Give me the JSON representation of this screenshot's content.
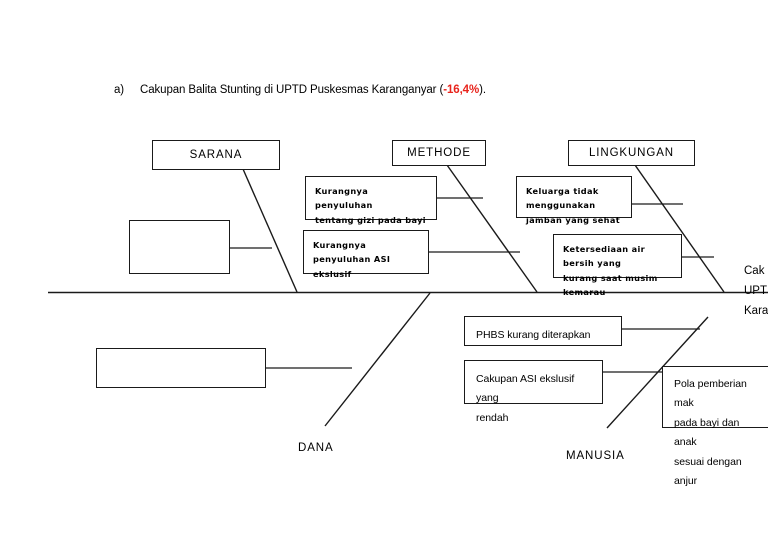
{
  "caption": {
    "marker": "a)",
    "text_before": "Cakupan Balita Stunting di UPTD Puskesmas Karanganyar (",
    "percent": "-16,4%",
    "text_after": ")."
  },
  "diagram": {
    "type": "fishbone-ishikawa",
    "categories_top": [
      {
        "id": "sarana",
        "label": "SARANA"
      },
      {
        "id": "methode",
        "label": "METHODE"
      },
      {
        "id": "lingkungan",
        "label": "LINGKUNGAN"
      }
    ],
    "categories_bottom": [
      {
        "id": "dana",
        "label": "DANA"
      },
      {
        "id": "manusia",
        "label": "MANUSIA"
      }
    ],
    "causes": [
      {
        "id": "sarana-cause-1",
        "category": "sarana",
        "lines": [],
        "empty": true
      },
      {
        "id": "methode-cause-1",
        "category": "methode",
        "lines": [
          "Kurangnya penyuluhan",
          "tentang gizi pada bayi"
        ]
      },
      {
        "id": "methode-cause-2",
        "category": "methode",
        "lines": [
          "Kurangnya penyuluhan ASI",
          "ekslusif"
        ]
      },
      {
        "id": "lingkungan-cause-1",
        "category": "lingkungan",
        "lines": [
          "Keluarga tidak menggunakan",
          "jamban yang sehat"
        ]
      },
      {
        "id": "lingkungan-cause-2",
        "category": "lingkungan",
        "lines": [
          "Ketersediaan air bersih yang",
          "kurang saat musim kemarau"
        ]
      },
      {
        "id": "dana-cause-1",
        "category": "dana",
        "lines": [],
        "empty": true
      },
      {
        "id": "manusia-cause-1",
        "category": "manusia",
        "lines": [
          "PHBS kurang diterapkan"
        ]
      },
      {
        "id": "manusia-cause-2",
        "category": "manusia",
        "lines": [
          "Cakupan ASI ekslusif yang",
          "rendah"
        ]
      },
      {
        "id": "manusia-cause-3",
        "category": "manusia",
        "clipped": true,
        "lines": [
          "Pola pemberian mak",
          "pada bayi dan anak ",
          "sesuai dengan anjur"
        ]
      }
    ],
    "effect": {
      "clipped": true,
      "lines": [
        "Cak",
        "UPT",
        "Kara"
      ]
    }
  },
  "colors": {
    "line": "#1a1a1a",
    "text": "#000000",
    "accent_red": "#e8241c",
    "background": "#ffffff"
  }
}
